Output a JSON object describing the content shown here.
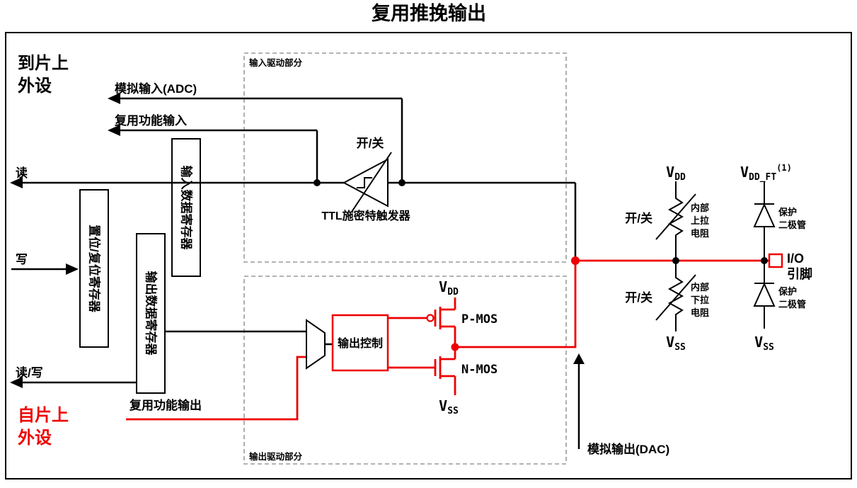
{
  "title": "复用推挽输出",
  "colors": {
    "red": "#ee0000",
    "gray_dash": "#9a9a9a",
    "black": "#000000"
  },
  "peripherals": {
    "to_chip_l1": "到片上",
    "to_chip_l2": "外设",
    "from_chip_l1": "自片上",
    "from_chip_l2": "外设"
  },
  "bus_labels": {
    "read": "读",
    "write": "写",
    "read_write": "读/写"
  },
  "signals": {
    "analog_in": "模拟输入(ADC)",
    "af_in": "复用功能输入",
    "af_out": "复用功能输出",
    "analog_out": "模拟输出(DAC)"
  },
  "registers": {
    "input_data": "输入数据寄存器",
    "bit_set_reset": "置位/复位寄存器",
    "output_data": "输出数据寄存器"
  },
  "sections": {
    "input_driver": "输入驱动部分",
    "output_driver": "输出驱动部分"
  },
  "schmitt": {
    "label": "TTL施密特触发器",
    "switch": "开/关"
  },
  "output_stage": {
    "control": "输出控制",
    "pmos": "P-MOS",
    "nmos": "N-MOS"
  },
  "pullup": {
    "switch": "开/关",
    "l1": "内部",
    "l2": "上拉",
    "l3": "电阻"
  },
  "pulldown": {
    "switch": "开/关",
    "l1": "内部",
    "l2": "下拉",
    "l3": "电阻"
  },
  "diodes": {
    "top_l1": "保护",
    "top_l2": "二极管",
    "bottom_l1": "保护",
    "bottom_l2": "二极管"
  },
  "power": {
    "v": "V",
    "dd": "DD",
    "ss": "SS",
    "dd_ft": "DD_FT",
    "ft_note": "(1)"
  },
  "io_pin": {
    "l1": "I/O",
    "l2": "引脚"
  }
}
